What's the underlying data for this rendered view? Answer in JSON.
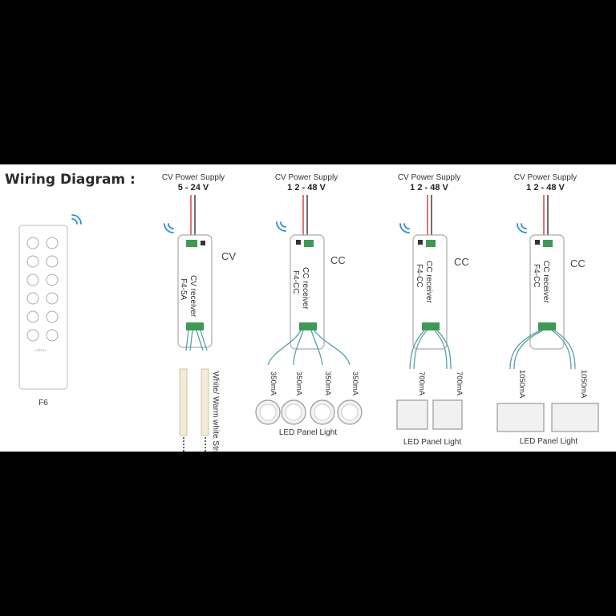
{
  "title": "Wiring Diagram :",
  "remote": {
    "label": "F6",
    "brand": "LTECH"
  },
  "units": [
    {
      "psu_label": "CV Power Supply",
      "voltage": "5 - 24 V",
      "mode": "CV",
      "receiver_line1": "CV receiver",
      "receiver_line2": "F4-5A",
      "load_label": "White/ Warm white Strip",
      "outputs": []
    },
    {
      "psu_label": "CV Power Supply",
      "voltage": "1 2 - 48 V",
      "mode": "CC",
      "receiver_line1": "CC receiver",
      "receiver_line2": "F4-CC",
      "load_label": "LED Panel Light",
      "outputs": [
        "350mA",
        "350mA",
        "350mA",
        "350mA"
      ]
    },
    {
      "psu_label": "CV Power Supply",
      "voltage": "1 2 - 48 V",
      "mode": "CC",
      "receiver_line1": "CC receiver",
      "receiver_line2": "F4-CC",
      "load_label": "LED Panel Light",
      "outputs": [
        "700mA",
        "700mA"
      ]
    },
    {
      "psu_label": "CV Power Supply",
      "voltage": "1 2 - 48 V",
      "mode": "CC",
      "receiver_line1": "CC receiver",
      "receiver_line2": "F4-CC",
      "load_label": "LED Panel Light",
      "outputs": [
        "1050mA",
        "1050mA"
      ]
    }
  ],
  "colors": {
    "wire_red": "#d42a2a",
    "terminal_green": "#3c9a55",
    "wireless_blue": "#2f8fd6",
    "wire_teal": "#5aa0a8"
  }
}
